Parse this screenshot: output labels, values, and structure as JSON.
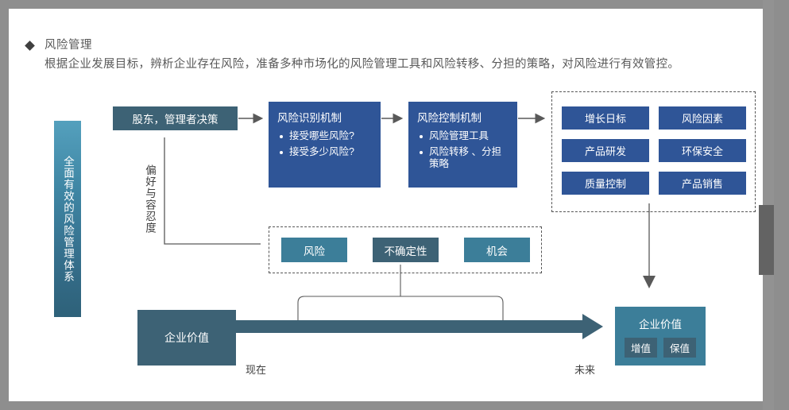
{
  "header": {
    "bullet_icon": "diamond-bullet-icon",
    "title": "风险管理",
    "subtitle": "根据企业发展目标，辨析企业存在风险，准备多种市场化的风险管理工具和风险转移、分担的策略，对风险进行有效管控。"
  },
  "sidebar": {
    "label": "全面有效的风险管理体系"
  },
  "flow": {
    "stakeholder_box": "股东，管理者决策",
    "identify_box": {
      "title": "风险识别机制",
      "items": [
        "接受哪些风险?",
        "接受多少风险?"
      ]
    },
    "control_box": {
      "title": "风险控制机制",
      "items": [
        "风险管理工具",
        "风险转移 、分担策略"
      ]
    },
    "preference_label": "偏好与容忍度"
  },
  "objectives": {
    "cells": [
      "增长日标",
      "风险因素",
      "产品研发",
      "环保安全",
      "质量控制",
      "产品销售"
    ]
  },
  "middle_group": {
    "chips": [
      "风险",
      "不确定性",
      "机会"
    ]
  },
  "timeline": {
    "left_box": "企业价值",
    "right_box": {
      "title": "企业价值",
      "chips": [
        "增值",
        "保值"
      ]
    },
    "now_label": "现在",
    "future_label": "未来"
  },
  "colors": {
    "blue": "#2f5597",
    "teal_dark": "#3d6275",
    "teal_mid": "#3c7e99",
    "border_gray": "#8e8e8e",
    "scrollbar_track": "#929292",
    "scrollbar_thumb": "#636363"
  }
}
